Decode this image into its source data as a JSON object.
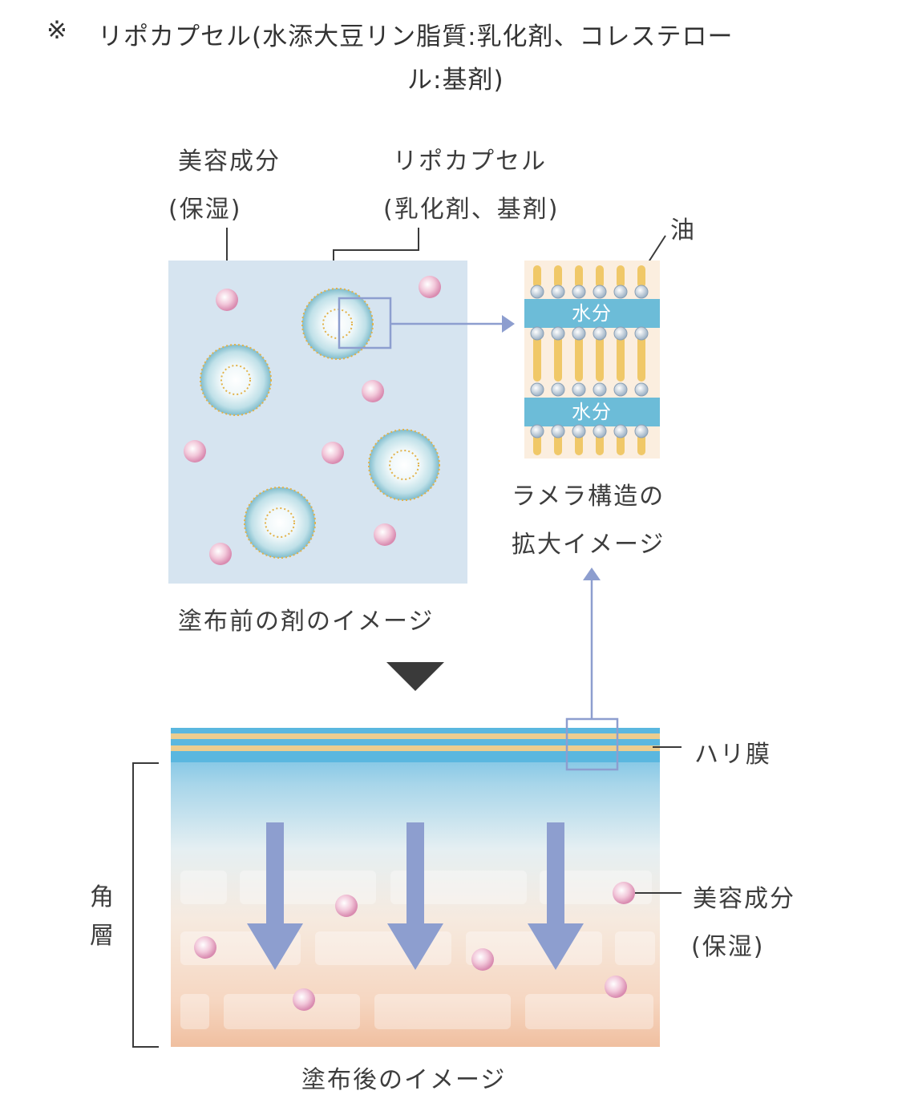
{
  "footnote": {
    "mark": "※",
    "line1": "リポカプセル(水添大豆リン脂質:乳化剤、コレステロー",
    "line2": "ル:基剤)"
  },
  "labels": {
    "beauty_ingredient_top": "美容成分",
    "beauty_ingredient_top_sub": "(保湿)",
    "lipocapsule": "リポカプセル",
    "lipocapsule_sub": "(乳化剤、基剤)",
    "oil": "油",
    "water_1": "水分",
    "water_2": "水分",
    "lamella_line1": "ラメラ構造の",
    "lamella_line2": "拡大イメージ",
    "before_caption": "塗布前の剤のイメージ",
    "film": "ハリ膜",
    "stratum_line1": "角",
    "stratum_line2": "層",
    "beauty_ingredient_side": "美容成分",
    "beauty_ingredient_side_sub": "(保湿)",
    "after_caption": "塗布後のイメージ"
  },
  "colors": {
    "panel_bg": "#d6e4f0",
    "capsule_outer": "#8cc8d6",
    "capsule_dots": "#e2b24a",
    "pink_ball": "#e7a8c4",
    "arrow_blue": "#8d9ecf",
    "lamella_bg": "#fbeedf",
    "lamella_oil": "#f0c868",
    "lamella_water": "#6cbcd8",
    "down_triangle": "#3a3a3a",
    "film_blue": "#5ab7df",
    "film_tan": "#eccd8f",
    "skin_bottom": "#f0c2a0"
  }
}
